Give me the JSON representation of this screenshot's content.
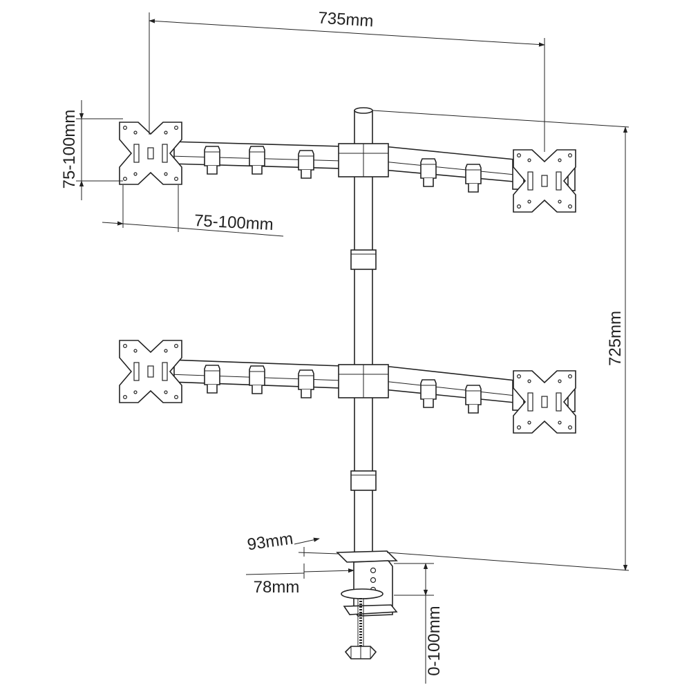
{
  "dimensions": {
    "total_width": "735mm",
    "total_height": "725mm",
    "vesa_vertical": "75-100mm",
    "vesa_horizontal": "75-100mm",
    "clamp_depth_top": "93mm",
    "clamp_depth_inner": "78mm",
    "clamp_range": "0-100mm"
  },
  "colors": {
    "line": "#222222",
    "background": "#ffffff"
  }
}
